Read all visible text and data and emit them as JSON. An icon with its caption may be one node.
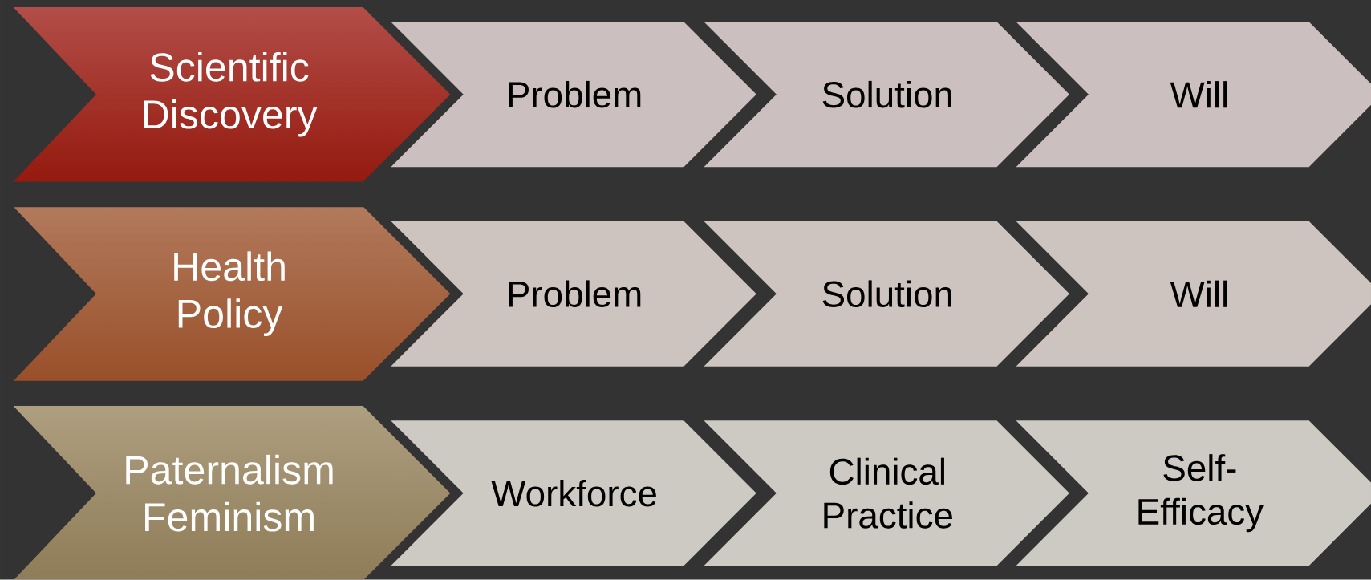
{
  "diagram": {
    "nodes": [
      {
        "text": [
          "Scientific Discovery"
        ]
      },
      {
        "text": [
          "Problem"
        ]
      },
      {
        "text": [
          "Solution"
        ]
      },
      {
        "text": [
          "Will"
        ]
      },
      {
        "text": [
          "Health Policy"
        ]
      },
      {
        "text": [
          "Problem"
        ]
      },
      {
        "text": [
          "Solution"
        ]
      },
      {
        "text": [
          "Will"
        ]
      },
      {
        "text": [
          "Paternalism Feminism"
        ]
      },
      {
        "text": [
          "Workforce"
        ]
      },
      {
        "text": [
          "Clinical Practice"
        ]
      },
      {
        "text": [
          "Self-Efficacy"
        ]
      }
    ]
  }
}
